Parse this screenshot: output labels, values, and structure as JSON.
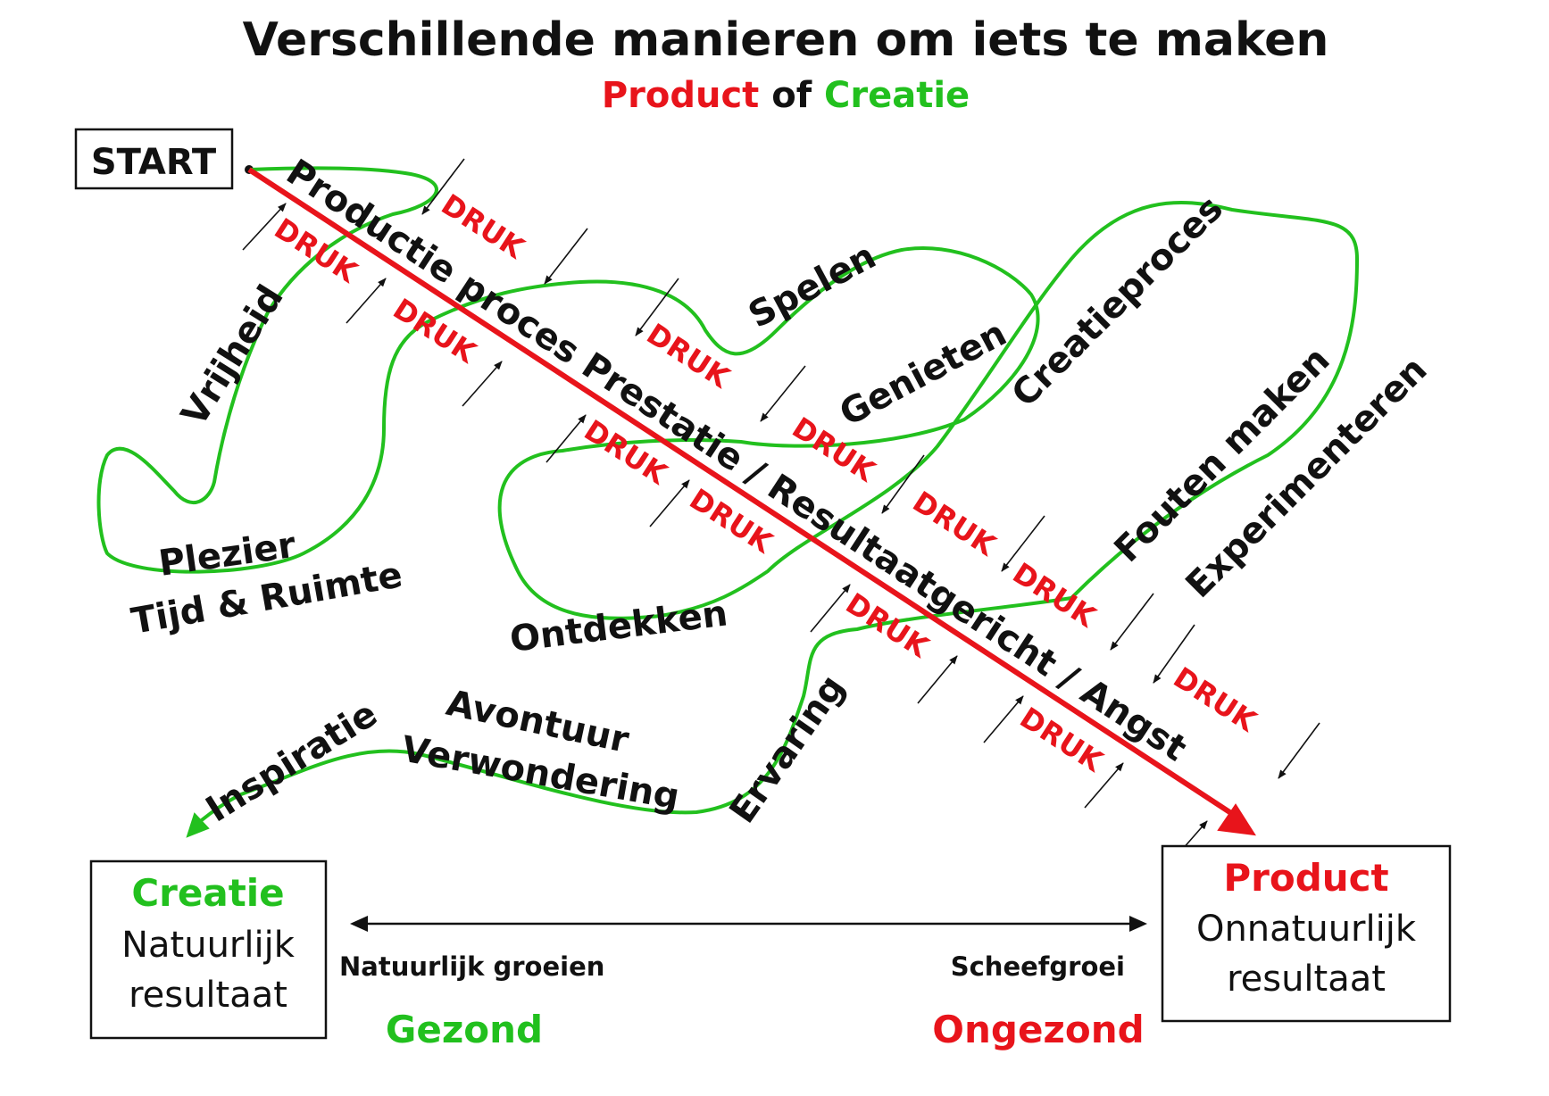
{
  "title": "Verschillende manieren om iets te maken",
  "subtitle": {
    "part1": "Product",
    "part2": " of ",
    "part3": "Creatie"
  },
  "colors": {
    "red": "#e8141b",
    "green": "#22c01e",
    "black": "#111111"
  },
  "start_label": "START",
  "red_line_label": "Productie proces Prestatie / Resultaatgericht / Angst",
  "pressure_label": "DRUK",
  "green_words": {
    "vrijheid": "Vrijheid",
    "plezier": "Plezier",
    "tijd_ruimte": "Tijd & Ruimte",
    "spelen": "Spelen",
    "genieten": "Genieten",
    "creatieproces": "Creatieproces",
    "ontdekken": "Ontdekken",
    "fouten_maken": "Fouten maken",
    "experimenteren": "Experimenteren",
    "ervaring": "Ervaring",
    "avontuur": "Avontuur",
    "verwondering": "Verwondering",
    "inspiratie": "Inspiratie"
  },
  "creatie_box": {
    "title": "Creatie",
    "line1": "Natuurlijk",
    "line2": "resultaat"
  },
  "product_box": {
    "title": "Product",
    "line1": "Onnatuurlijk",
    "line2": "resultaat"
  },
  "scale": {
    "left_label": "Natuurlijk groeien",
    "right_label": "Scheefgroei",
    "left_verdict": "Gezond",
    "right_verdict": "Ongezond"
  }
}
